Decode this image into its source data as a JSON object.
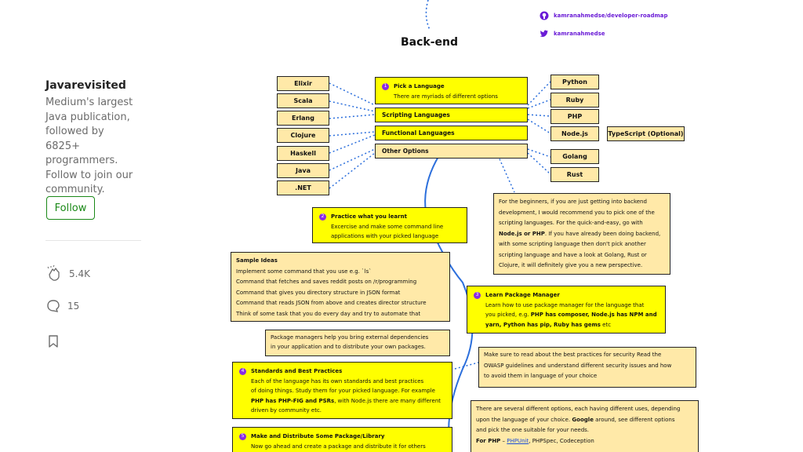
{
  "sidebar": {
    "publication_name": "Javarevisited",
    "publication_desc": "Medium's largest Java publication, followed by 6825+ programmers. Follow to join our community.",
    "follow_label": "Follow",
    "claps": "5.4K",
    "responses": "15"
  },
  "roadmap": {
    "title": "Back-end",
    "github": "kamranahmedse/developer-roadmap",
    "twitter": "kamranahmedse",
    "left_langs": [
      "Elixir",
      "Scala",
      "Erlang",
      "Clojure",
      "Haskell",
      "Java",
      ".NET"
    ],
    "right_langs": [
      "Python",
      "Ruby",
      "PHP",
      "Node.js",
      "Golang",
      "Rust"
    ],
    "typescript": "TypeScript (Optional)",
    "step1": {
      "num": "1",
      "title": "Pick a Language",
      "desc": "There are myriads of different options"
    },
    "scripting": "Scripting Languages",
    "functional": "Functional Languages",
    "other": "Other Options",
    "beginners_note": {
      "l1": "For the beginners, if you are just getting into backend",
      "l2": "development, I would recommend you to pick one of the",
      "l3": "scripting languages. For the quick-and-easy, go with",
      "l4a": "Node.js or PHP",
      "l4b": ". If you have already been doing backend,",
      "l5": "with some scripting language then don't pick another",
      "l6": "scripting language and have a look at Golang, Rust or",
      "l7": "Clojure, it will definitely give you a new perspective."
    },
    "step2": {
      "num": "2",
      "title": "Practice what you learnt",
      "l1": "Excercise and make some command line",
      "l2": "applications with your picked language"
    },
    "sample": {
      "title": "Sample Ideas",
      "l1": "Implement some command that you use e.g. `ls`",
      "l2": "Command that fetches and saves reddit posts on /r/programming",
      "l3": "Command that gives you directory structure in JSON format",
      "l4": "Command that reads JSON from above and creates director structure",
      "l5": "Think of some task that you do every day and try to automate that"
    },
    "step3": {
      "num": "3",
      "title": "Learn Package Manager",
      "l1": "Learn how to use package manager for the language that",
      "l2a": "you picked, e.g. ",
      "l2b": "PHP has composer, Node.js has NPM and",
      "l3a": "yarn, Python has pip, Ruby has gems",
      "l3b": " etc"
    },
    "pkg_note": {
      "l1": "Package managers help you bring external dependencies",
      "l2": "in your application and to distribute your own packages."
    },
    "security_note": {
      "l1": "Make sure to read about the best practices for security Read the",
      "l2": "OWASP guidelines and understand different security issues and how",
      "l3": "to avoid them in language of your choice"
    },
    "step4": {
      "num": "4",
      "title": "Standards and Best Practices",
      "l1": "Each of the language has its own standards and best practices",
      "l2": "of doing things. Study them for your picked language. For example",
      "l3a": "PHP has PHP-FIG and PSRs",
      "l3b": ", with Node.js there are many different",
      "l4": "driven by community etc."
    },
    "testing_note": {
      "l1": "There are several different options, each having different uses, depending",
      "l2a": "upon the language of your choice. ",
      "l2b": "Google",
      "l2c": " around, see different options",
      "l3": "and pick the one suitable for your needs.",
      "l4a": "For PHP",
      "l4b": " – ",
      "l4c": "PHPUnit",
      "l4d": ", PHPSpec, Codeception"
    },
    "step5": {
      "num": "5",
      "title": "Make and Distribute Some Package/Library",
      "l1": "Now go ahead and create a package and distribute it for others"
    }
  }
}
